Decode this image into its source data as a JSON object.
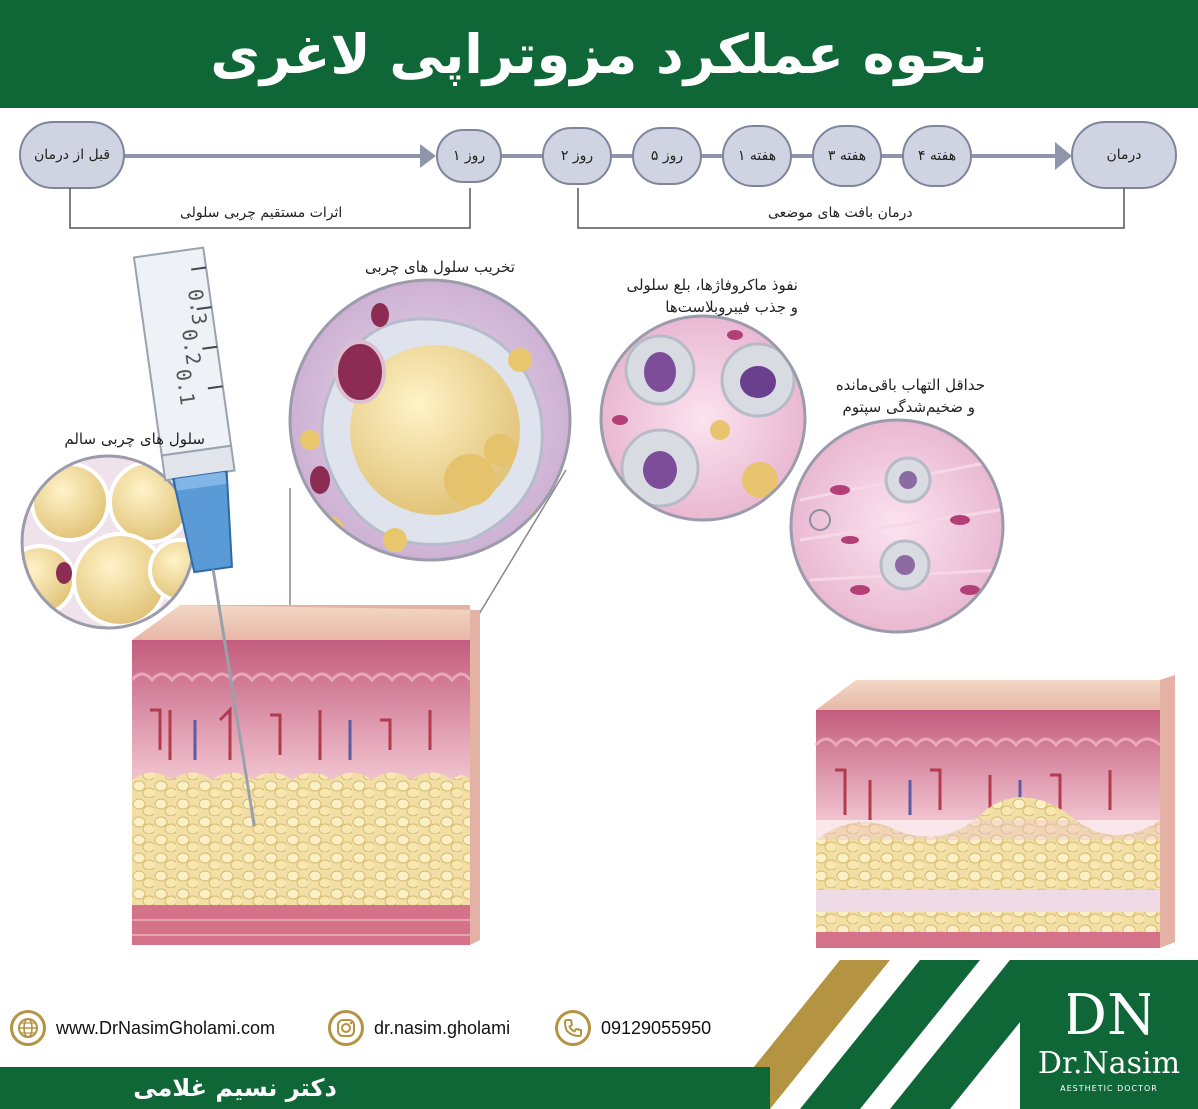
{
  "title": "نحوه عملکرد مزوتراپی لاغری",
  "timeline": {
    "nodes": [
      {
        "label": "قبل از درمان"
      },
      {
        "label": "روز ۱"
      },
      {
        "label": "روز ۲"
      },
      {
        "label": "روز ۵"
      },
      {
        "label": "هفته ۱"
      },
      {
        "label": "هفته ۳"
      },
      {
        "label": "هفته ۴"
      },
      {
        "label": "درمان"
      }
    ],
    "bracket_left": "اثرات مستقیم چربی سلولی",
    "bracket_right": "درمان بافت های موضعی"
  },
  "captions": {
    "healthy": "سلول های چربی سالم",
    "destruction": "تخریب سلول های چربی",
    "macrophages_line1": "نفوذ ماکروفاژها، بلع سلولی",
    "macrophages_line2": "و جذب فیبروبلاست‌ها",
    "inflammation_line1": "حداقل التهاب باقی‌مانده",
    "inflammation_line2": "و ضخیم‌شدگی سپتوم"
  },
  "syringe": {
    "marks": [
      "0.3",
      "0.2",
      "0.1"
    ]
  },
  "contacts": {
    "website": "www.DrNasimGholami.com",
    "instagram": "dr.nasim.gholami",
    "phone": "09129055950"
  },
  "footer": {
    "doctor_name": "دکتر نسیم غلامی"
  },
  "logo": {
    "monogram": "DN",
    "name": "Dr.Nasim",
    "subtitle": "AESTHETIC DOCTOR"
  },
  "colors": {
    "brand_green": "#0f6637",
    "gold": "#b49343",
    "node_fill": "#cfd3e2"
  }
}
